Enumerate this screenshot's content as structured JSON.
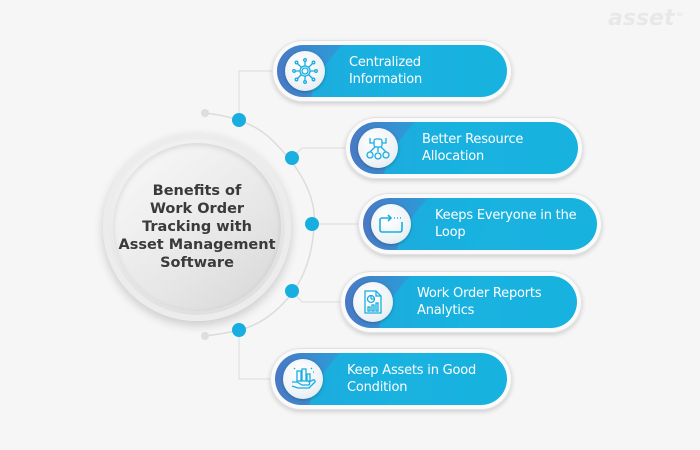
{
  "brand": {
    "logo_text": "asset",
    "logo_mark": "∞"
  },
  "hub": {
    "title": "Benefits of\nWork Order\nTracking with\nAsset Management\nSoftware"
  },
  "benefits": [
    {
      "label": "Centralized Information",
      "icon": "network-hub-icon"
    },
    {
      "label": "Better Resource Allocation",
      "icon": "resource-allocation-icon"
    },
    {
      "label": "Keeps Everyone in the Loop",
      "icon": "loop-arrow-icon"
    },
    {
      "label": "Work Order Reports\nAnalytics",
      "icon": "report-chart-icon"
    },
    {
      "label": "Keep Assets in Good\nCondition",
      "icon": "hand-assets-icon"
    }
  ],
  "colors": {
    "accent": "#17b2df",
    "accent_dark": "#4a79c4",
    "connector": "#dcdcdc",
    "dot": "#19aee0",
    "dot_end": "#dedede",
    "hub_text": "#3a3a3a",
    "background": "#f6f6f7"
  }
}
